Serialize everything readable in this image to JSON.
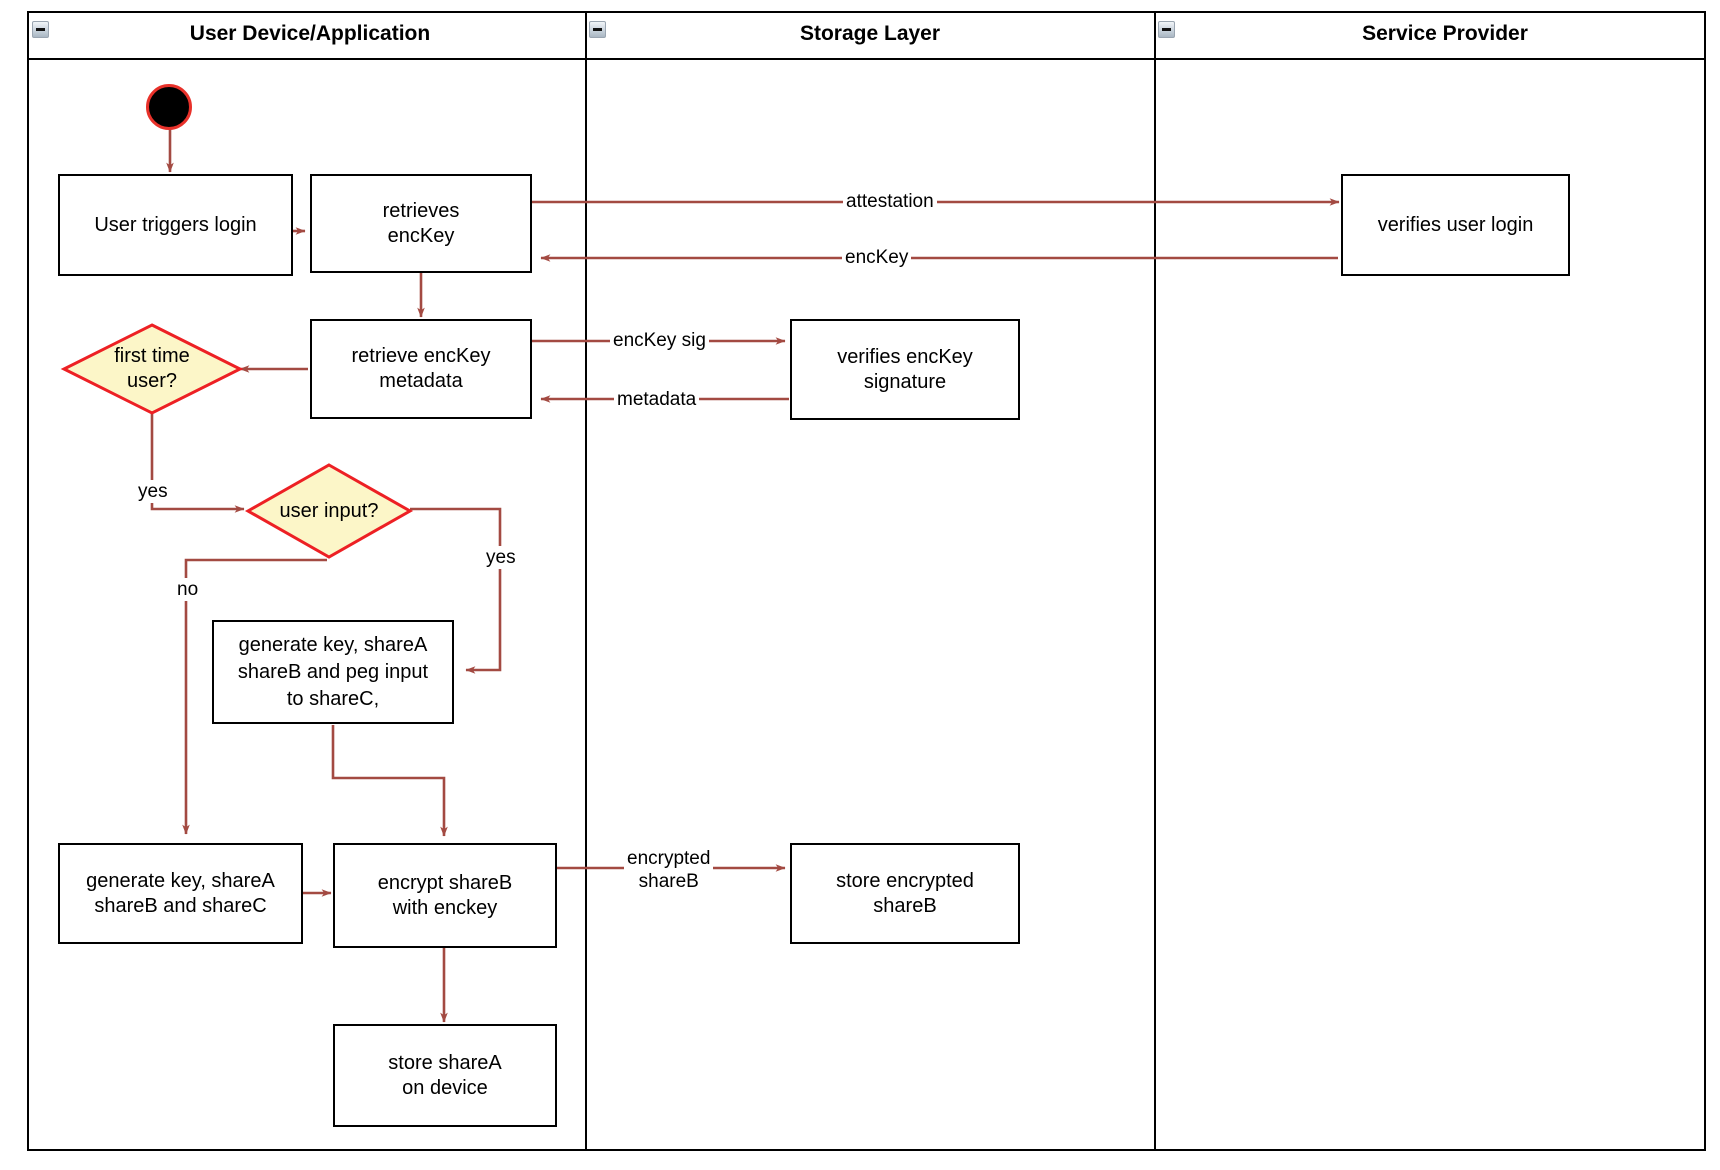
{
  "diagram": {
    "type": "uml-activity-swimlane",
    "accent_edge_color": "#a34a42",
    "decision_fill": "#fcf6c8",
    "decision_stroke": "#ed2024",
    "start_node_fill": "#000000",
    "start_node_stroke": "#e8312a"
  },
  "lanes": [
    {
      "id": "user-device",
      "title": "User Device/Application",
      "collapse_icon": "collapse-icon"
    },
    {
      "id": "storage-layer",
      "title": "Storage Layer",
      "collapse_icon": "collapse-icon"
    },
    {
      "id": "service-provider",
      "title": "Service Provider",
      "collapse_icon": "collapse-icon"
    }
  ],
  "nodes": {
    "start": {
      "name": "start-node"
    },
    "user_triggers_login": {
      "label": "User triggers login"
    },
    "retrieves_enckey": {
      "label": "retrieves\nencKey"
    },
    "retrieve_enckey_metadata": {
      "label": "retrieve encKey\nmetadata"
    },
    "first_time_user": {
      "label": "first time\nuser?"
    },
    "user_input": {
      "label": "user input?"
    },
    "generate_peg": {
      "label": "generate key, shareA\nshareB and peg input\nto shareC,"
    },
    "generate_shares": {
      "label": "generate key, shareA\nshareB and shareC"
    },
    "encrypt_shareb": {
      "label": "encrypt shareB\nwith enckey"
    },
    "store_sharea": {
      "label": "store shareA\non device"
    },
    "verifies_user_login": {
      "label": "verifies user login"
    },
    "verifies_enckey_signature": {
      "label": "verifies encKey signature"
    },
    "store_encrypted_shareb": {
      "label": "store encrypted\nshareB"
    }
  },
  "edge_labels": {
    "attestation": "attestation",
    "enckey": "encKey",
    "enckey_sig": "encKey sig",
    "metadata": "metadata",
    "yes_first_time": "yes",
    "yes_user_input": "yes",
    "no_user_input": "no",
    "encrypted_shareb": "encrypted\nshareB"
  }
}
